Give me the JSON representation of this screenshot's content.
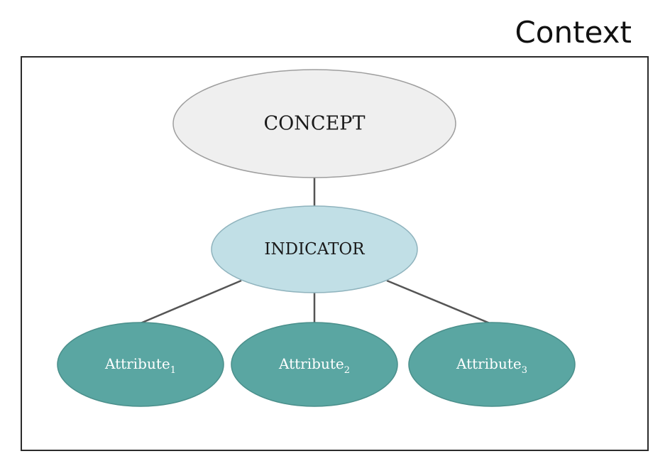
{
  "context": {
    "label": "Context"
  },
  "concept": {
    "label": "CONCEPT",
    "fill": "#efefef",
    "stroke": "#9e9e9e",
    "text_color": "#1a1a1a"
  },
  "indicator": {
    "label": "INDICATOR",
    "fill": "#c1dfe6",
    "stroke": "#8fb3bd",
    "text_color": "#1a1a1a"
  },
  "attributes": [
    {
      "label": "Attribute",
      "subscript": "1"
    },
    {
      "label": "Attribute",
      "subscript": "2"
    },
    {
      "label": "Attribute",
      "subscript": "3"
    }
  ],
  "attribute_style": {
    "fill": "#5aa6a2",
    "stroke": "#4a8f8b",
    "text_color": "#ffffff"
  },
  "connector_color": "#555555"
}
